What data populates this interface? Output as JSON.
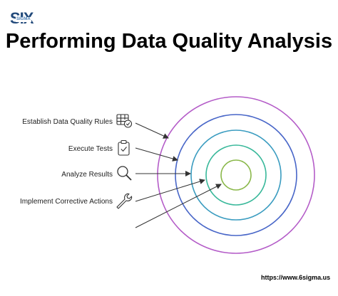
{
  "brand": {
    "logo_text": "SIX",
    "logo_sub": "SIGMA"
  },
  "title": "Performing Data Quality Analysis",
  "steps": [
    {
      "label": "Establish Data Quality Rules",
      "icon": "table-check-icon"
    },
    {
      "label": "Execute Tests",
      "icon": "clipboard-check-icon"
    },
    {
      "label": "Analyze Results",
      "icon": "magnifier-icon"
    },
    {
      "label": "Implement Corrective Actions",
      "icon": "wrench-icon"
    }
  ],
  "rings": [
    "#b45cc8",
    "#4866c8",
    "#3a9cc0",
    "#38b89a",
    "#8ab84a"
  ],
  "footer_url": "https://www.6sigma.us"
}
